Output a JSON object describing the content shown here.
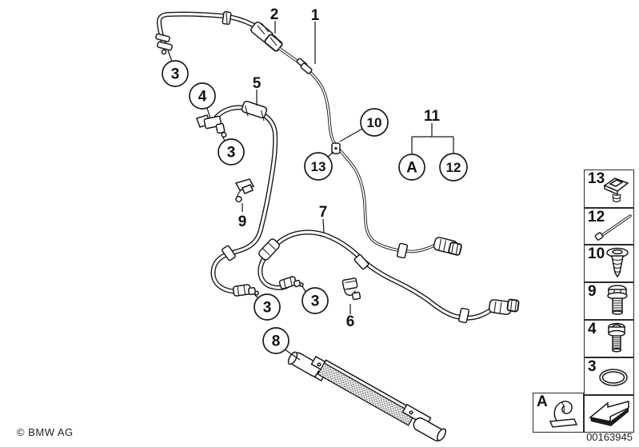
{
  "watermark": "© BMW AG",
  "part_number": "00163945",
  "colors": {
    "line": "#1a1a1a",
    "background": "#ffffff"
  },
  "diagram": {
    "labels": {
      "one": "1",
      "two": "2",
      "five": "5",
      "six": "6",
      "seven": "7",
      "nine": "9",
      "eleven": "11"
    },
    "callouts": {
      "three": "3",
      "four": "4",
      "eight": "8",
      "ten": "10",
      "twelve": "12",
      "thirteen": "13",
      "a": "A"
    }
  },
  "sidebar": {
    "items": [
      {
        "label": "13",
        "icon": "expanding-nut-icon"
      },
      {
        "label": "12",
        "icon": "cable-tie-icon"
      },
      {
        "label": "10",
        "icon": "tapping-screw-icon"
      },
      {
        "label": "9",
        "icon": "hex-bolt-icon"
      },
      {
        "label": "4",
        "icon": "socket-head-screw-icon"
      },
      {
        "label": "3",
        "icon": "o-ring-icon"
      },
      {
        "label": "A",
        "icon": "holder-clip-icon"
      },
      {
        "label": "",
        "icon": "direction-arrow-icon"
      }
    ]
  }
}
